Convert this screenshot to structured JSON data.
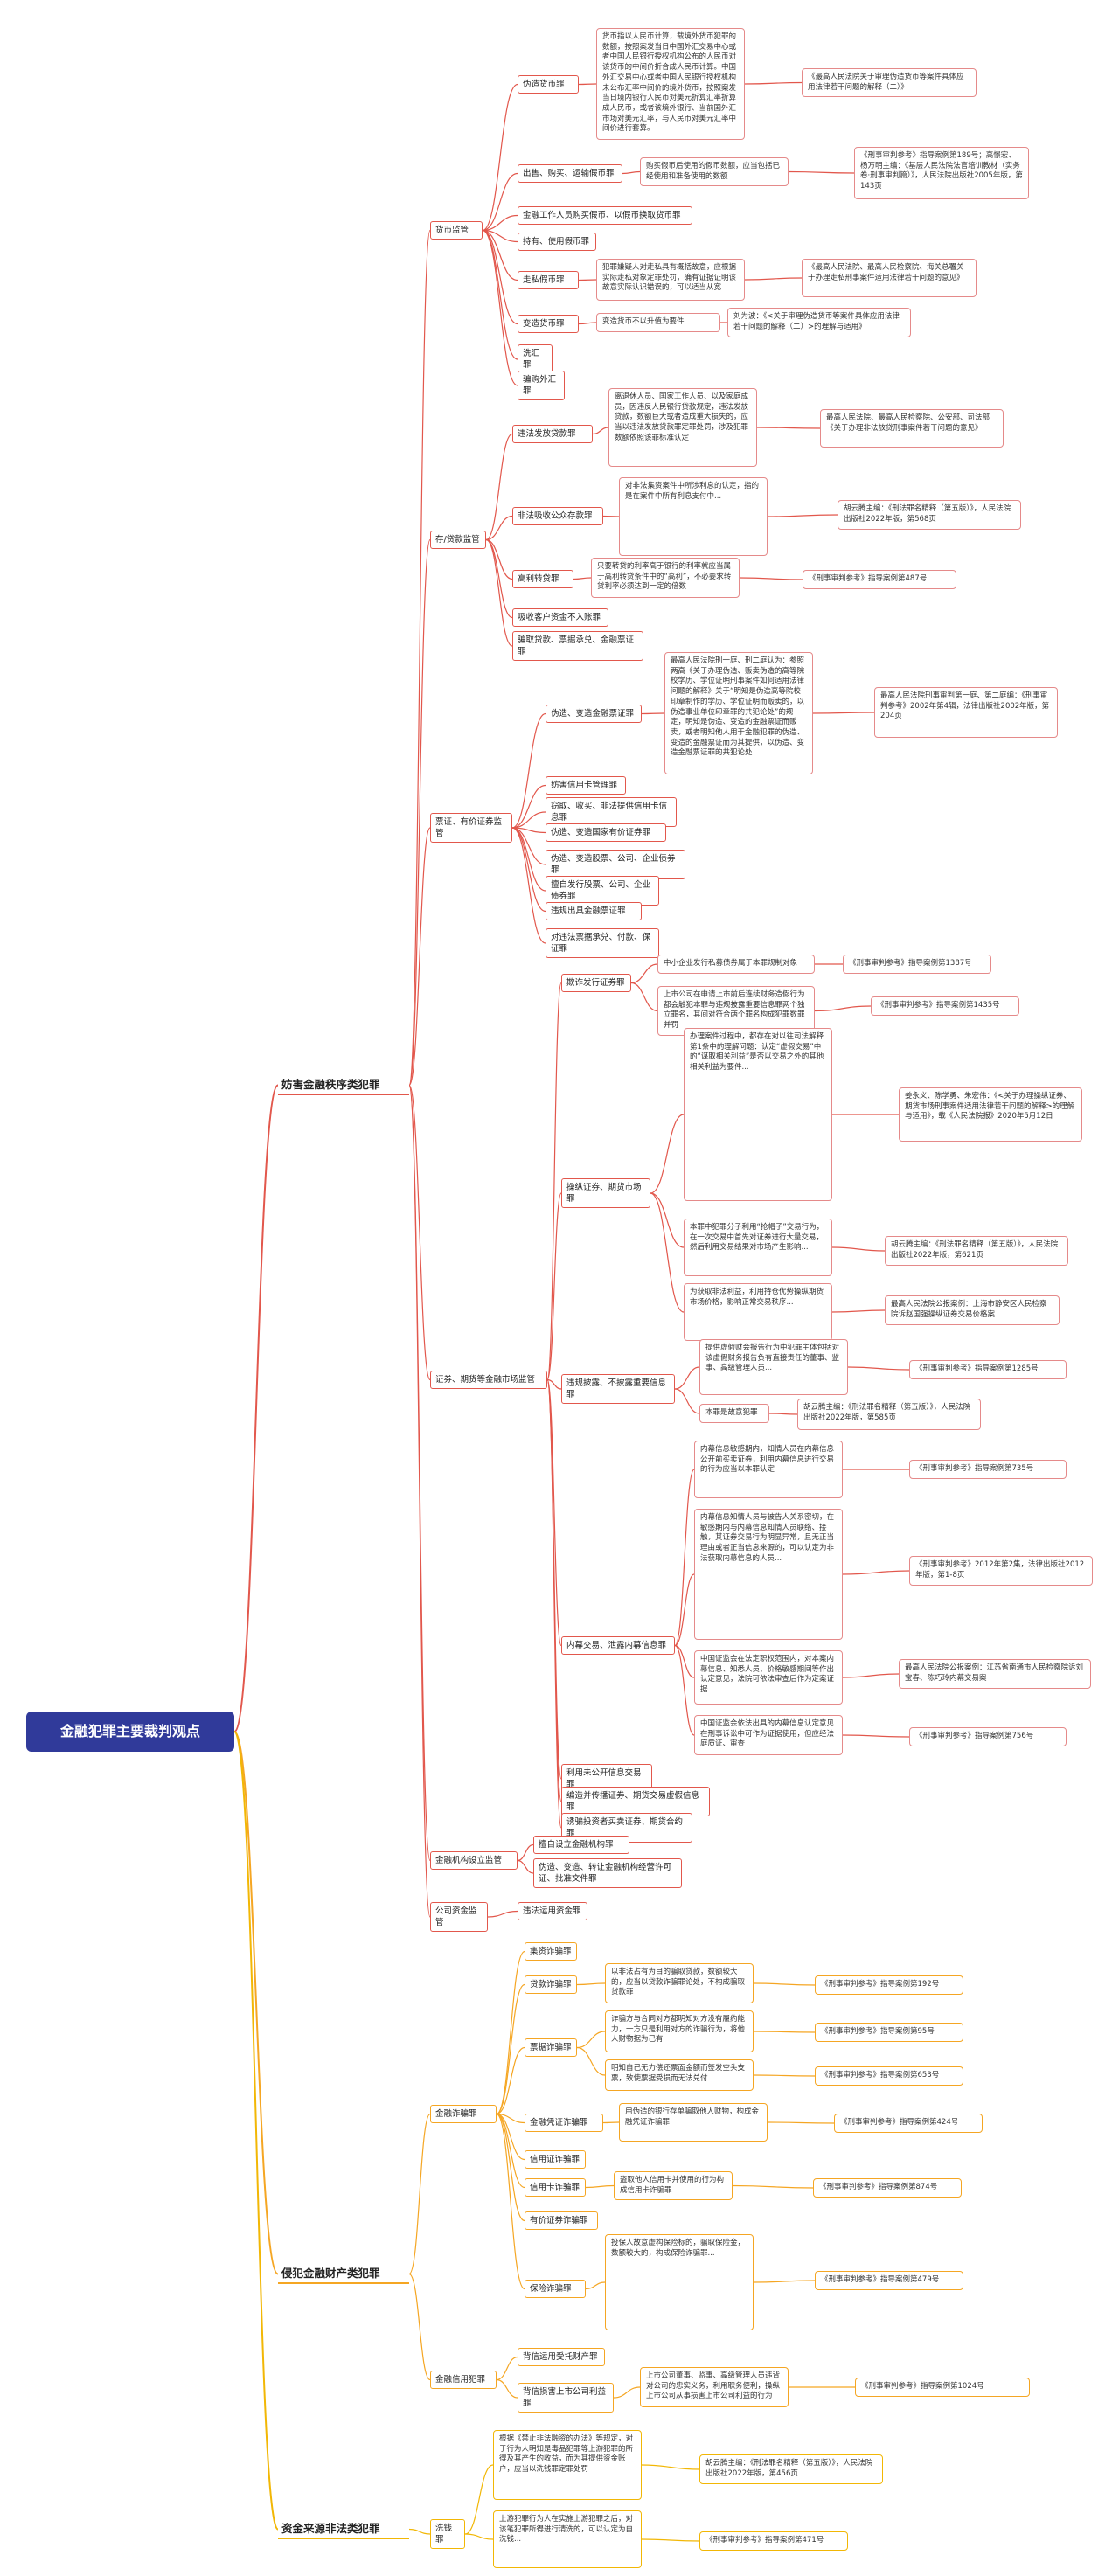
{
  "title": "金融犯罪主要裁判观点",
  "colors": {
    "red": "#e2574c",
    "orange": "#f5a623",
    "yellow": "#f2b705",
    "root": "#303a9a"
  },
  "nodes": {
    "c1": "妨害金融秩序类犯罪",
    "c2": "侵犯金融财产类犯罪",
    "c3": "资金来源非法类犯罪",
    "huobi": "货币监管",
    "weizao": "伪造货币罪",
    "weizao_d": "货币指以人民币计算，载境外货币犯罪的数额，按照案发当日中国外汇交易中心或者中国人民银行授权机构公布的人民币对该货币的中间价折合成人民币计算。中国外汇交易中心或者中国人民银行授权机构未公布汇率中间价的境外货币，按照案发当日境内银行人民币对美元折算汇率折算成人民币，或者该境外银行、当前国外汇市场对美元汇率，与人民币对美元汇率中间价进行套算。",
    "weizao_r": "《最高人民法院关于审理伪造货币等案件具体应用法律若干问题的解释（二）》",
    "chushou": "出售、购买、运输假币罪",
    "chushou_d": "购买假币后使用的假币数额，应当包括已经使用和准备使用的数额",
    "chushou_r": "《刑事审判参考》指导案例第189号；高憬宏、杨万明主编：《基层人民法院法官培训教材（实务卷·刑事审判篇）》，人民法院出版社2005年版，第143页",
    "jinrong_gz": "金融工作人员购买假币、以假币换取货币罪",
    "chiyou": "持有、使用假币罪",
    "zousi": "走私假币罪",
    "zousi_d": "犯罪嫌疑人对走私具有概括故意，应根据实际走私对象定罪处罚，确有证据证明该故意实际认识错误的，可以适当从宽",
    "zousi_r": "《最高人民法院、最高人民检察院、海关总署关于办理走私刑事案件适用法律若干问题的意见》",
    "bianzao": "变造货币罪",
    "bianzao_d": "变造货币不以升值为要件",
    "bianzao_r": "刘为波：《<关于审理伪造货币等案件具体应用法律若干问题的解释（二）>的理解与适用》",
    "xiqian": "洗汇罪",
    "pianqu_wh": "骗购外汇罪",
    "cundai": "存/贷款监管",
    "weifa_fd": "违法发放贷款罪",
    "weifa_fd_d": "离退休人员、国家工作人员、以及家庭成员，因违反人民银行贷款规定，违法发放贷款，数额巨大或者造成重大损失的，应当以违法发放贷款罪定罪处罚，涉及犯罪数额依照该罪标准认定",
    "weifa_fd_r": "最高人民法院、最高人民检察院、公安部、司法部《关于办理非法放贷刑事案件若干问题的意见》",
    "feifa_xs": "非法吸收公众存款罪",
    "feifa_xs_d": "对非法集资案件中所涉利息的认定，指的是在案件中所有利息支付中...",
    "feifa_xs_r": "胡云腾主编：《刑法罪名精释（第五版）》，人民法院出版社2022年版，第568页",
    "gaoli": "高利转贷罪",
    "gaoli_d": "只要转贷的利率高于银行的利率就应当属于高利转贷条件中的“高利”，不必要求转贷利率必须达到一定的倍数",
    "gaoli_r": "《刑事审判参考》指导案例第487号",
    "jieshou": "吸收客户资金不入账罪",
    "pianqu_dk": "骗取贷款、票据承兑、金融票证罪",
    "piaoju": "票证、有价证券监管",
    "weizao_pj": "伪造、变造金融票证罪",
    "weizao_pj_d": "最高人民法院刑一庭、刑二庭认为：参照两高《关于办理伪造、贩卖伪造的高等院校学历、学位证明刑事案件如何适用法律问题的解释》关于“明知是伪造高等院校印章制作的学历、学位证明而贩卖的，以伪造事业单位印章罪的共犯论处”的规定，明知是伪造、变造的金融票证而贩卖，或者明知他人用于金融犯罪的伪造、变造的金融票证而为其提供，以伪造、变造金融票证罪的共犯论处",
    "weizao_pj_r": "最高人民法院刑事审判第一庭、第二庭编：《刑事审判参考》2002年第4辑，法律出版社2002年版，第204页",
    "fanghai_xyk": "妨害信用卡管理罪",
    "qieqv_xyk": "窃取、收买、非法提供信用卡信息罪",
    "weizao_gz": "伪造、变造国家有价证券罪",
    "weizao_gp": "伪造、变造股票、公司、企业债券罪",
    "shanzi_fx": "擅自发行股票、公司、企业债券罪",
    "weigui_cj": "违规出具金融票证罪",
    "dui_weifa": "对违法票据承兑、付款、保证罪",
    "zhengquan": "证券、期货等金融市场监管",
    "qizha_fx": "欺诈发行证券罪",
    "qizha_fx_d1": "中小企业发行私募债券属于本罪规制对象",
    "qizha_fx_r1": "《刑事审判参考》指导案例第1387号",
    "qizha_fx_d2": "上市公司在申请上市前后连续财务造假行为都会触犯本罪与违规披露重要信息罪两个独立罪名，其间对符合两个罪名构成犯罪数罪并罚",
    "qizha_fx_r2": "《刑事审判参考》指导案例第1435号",
    "caozong": "操纵证券、期货市场罪",
    "caozong_d1": "办理案件过程中，都存在对以往司法解释第1条中的理解问题：认定“虚假交易”中的“谋取相关利益”是否以交易之外的其他相关利益为要件...",
    "caozong_r1": "姜永义、陈学勇、朱宏伟：《<关于办理操纵证券、期货市场刑事案件适用法律若干问题的解释>的理解与适用》，载《人民法院报》2020年5月12日",
    "caozong_d2": "本罪中犯罪分子利用“抢帽子”交易行为，在一次交易中首先对证券进行大量交易，然后利用交易结果对市场产生影响...",
    "caozong_r2": "胡云腾主编：《刑法罪名精释（第五版）》，人民法院出版社2022年版，第621页",
    "caozong_d3": "为获取非法利益，利用持仓优势操纵期货市场价格，影响正常交易秩序...",
    "caozong_r3": "最高人民法院公报案例：上海市静安区人民检察院诉赵国强操纵证券交易价格案",
    "weigui_pilu": "违规披露、不披露重要信息罪",
    "weigui_pilu_d1": "提供虚假财会报告行为中犯罪主体包括对该虚假财务报告负有直接责任的董事、监事、高级管理人员...",
    "weigui_pilu_r1": "《刑事审判参考》指导案例第1285号",
    "weigui_pilu_d2": "本罪是故意犯罪",
    "weigui_pilu_r2": "胡云腾主编：《刑法罪名精释（第五版）》，人民法院出版社2022年版，第585页",
    "neimu": "内幕交易、泄露内幕信息罪",
    "neimu_d1": "内幕信息敏感期内，知情人员在内幕信息公开前买卖证券，利用内幕信息进行交易的行为应当以本罪认定",
    "neimu_r1": "《刑事审判参考》指导案例第735号",
    "neimu_d2": "内幕信息知情人员与被告人关系密切，在敏感期内与内幕信息知情人员联络、接触，其证券交易行为明显异常，且无正当理由或者正当信息来源的，可以认定为非法获取内幕信息的人员...",
    "neimu_r2": "《刑事审判参考》2012年第2集，法律出版社2012年版，第1-8页",
    "neimu_d3": "中国证监会在法定职权范围内，对本案内幕信息、知悉人员、价格敏感期间等作出认定意见，法院可依法审查后作为定案证据",
    "neimu_r3": "最高人民法院公报案例：江苏省南通市人民检察院诉刘宝春、陈巧玲内幕交易案",
    "neimu_d4": "中国证监会依法出具的内幕信息认定意见在刑事诉讼中可作为证据使用，但应经法庭质证、审查",
    "neimu_r4": "《刑事审判参考》指导案例第756号",
    "liyong_wgk": "利用未公开信息交易罪",
    "bianzao_cp": "编造并传播证券、期货交易虚假信息罪",
    "youpian": "诱骗投资者买卖证券、期货合约罪",
    "jigou": "金融机构设立监管",
    "shanzi_sl": "擅自设立金融机构罪",
    "weizao_xk": "伪造、变造、转让金融机构经营许可证、批准文件罪",
    "gongsi": "公司资金监管",
    "beiyong": "违法运用资金罪",
    "jinrong_zp": "金融诈骗罪",
    "jizi_zp": "集资诈骗罪",
    "daikuan_zp": "贷款诈骗罪",
    "daikuan_zp_d": "以非法占有为目的骗取贷款，数额较大的，应当以贷款诈骗罪论处，不构成骗取贷款罪",
    "daikuan_zp_r": "《刑事审判参考》指导案例第192号",
    "piaoju_zp": "票据诈骗罪",
    "piaoju_zp_d1": "诈骗方与合同对方都明知对方没有履约能力，一方只是利用对方的诈骗行为，将他人财物据为己有",
    "piaoju_zp_r1": "《刑事审判参考》指导案例第95号",
    "piaoju_zp_d2": "明知自己无力偿还票面金额而签发空头支票，致使票据受损而无法兑付",
    "piaoju_zp_r2": "《刑事审判参考》指导案例第653号",
    "pingzheng_zp": "金融凭证诈骗罪",
    "pingzheng_zp_d": "用伪造的银行存单骗取他人财物，构成金融凭证诈骗罪",
    "pingzheng_zp_r": "《刑事审判参考》指导案例第424号",
    "xinyongzheng_zp": "信用证诈骗罪",
    "xinyongka_zp": "信用卡诈骗罪",
    "xinyongka_zp_d": "盗取他人信用卡并使用的行为构成信用卡诈骗罪",
    "xinyongka_zp_r": "《刑事审判参考》指导案例第874号",
    "youjia_zp": "有价证券诈骗罪",
    "baoxian_zp": "保险诈骗罪",
    "baoxian_zp_d": "投保人故意虚构保险标的，骗取保险金，数额较大的，构成保险诈骗罪...",
    "baoxian_zp_r": "《刑事审判参考》指导案例第479号",
    "jinrong_xy": "金融信用犯罪",
    "beixin_yy": "背信运用受托财产罪",
    "beixin_sh": "背信损害上市公司利益罪",
    "beixin_sh_d": "上市公司董事、监事、高级管理人员违背对公司的忠实义务，利用职务便利，操纵上市公司从事损害上市公司利益的行为",
    "beixin_sh_r": "《刑事审判参考》指导案例第1024号",
    "xiqian2": "洗钱罪",
    "xiqian_d1": "根据《禁止非法融资的办法》等规定，对于行为人明知是毒品犯罪等上游犯罪的所得及其产生的收益，而为其提供资金账户，应当以洗钱罪定罪处罚",
    "xiqian_r1": "胡云腾主编：《刑法罪名精释（第五版）》，人民法院出版社2022年版，第456页",
    "xiqian_d2": "上游犯罪行为人在实施上游犯罪之后，对该笔犯罪所得进行清洗的，可以认定为自洗钱...",
    "xiqian_r2": "《刑事审判参考》指导案例第471号"
  }
}
